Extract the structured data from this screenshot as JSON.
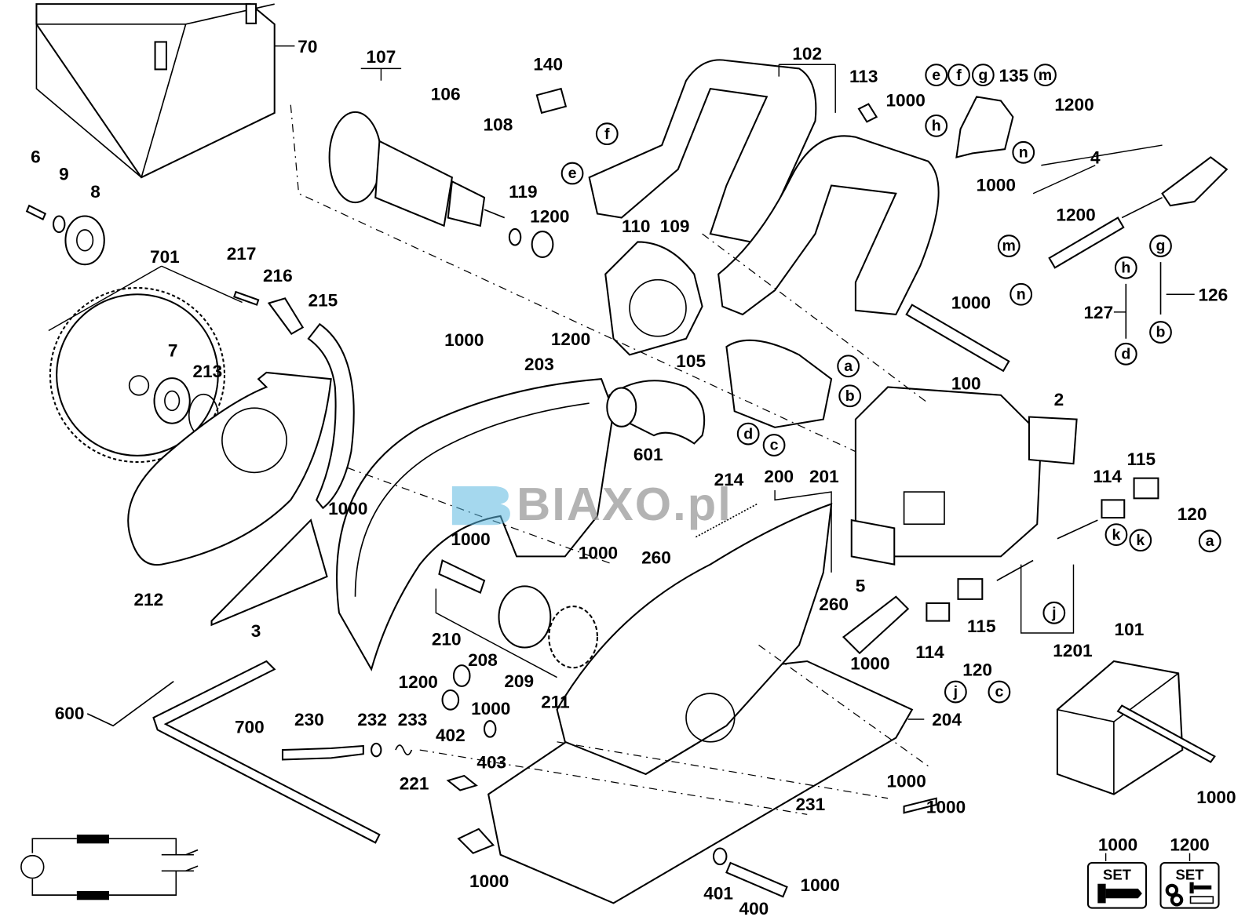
{
  "diagram": {
    "type": "exploded-parts-diagram",
    "watermark": {
      "logo_text": "BIAXO.pl",
      "logo_color": "#5bb8e0",
      "text_color": "#9a9a9a"
    },
    "part_labels": [
      "70",
      "107",
      "106",
      "108",
      "140",
      "102",
      "113",
      "1000",
      "135",
      "1200",
      "6",
      "9",
      "8",
      "119",
      "1200",
      "1000",
      "4",
      "1200",
      "110",
      "109",
      "701",
      "217",
      "216",
      "215",
      "1000",
      "127",
      "126",
      "1200",
      "105",
      "1000",
      "203",
      "7",
      "213",
      "100",
      "2",
      "601",
      "214",
      "200",
      "201",
      "115",
      "114",
      "120",
      "1000",
      "1000",
      "1000",
      "260",
      "212",
      "5",
      "260",
      "3",
      "210",
      "208",
      "209",
      "211",
      "1200",
      "1000",
      "114",
      "115",
      "1201",
      "101",
      "120",
      "1000",
      "402",
      "230",
      "232",
      "233",
      "700",
      "600",
      "204",
      "403",
      "221",
      "1000",
      "1000",
      "231",
      "1000",
      "1000",
      "1000",
      "401",
      "400"
    ],
    "connector_letters": [
      "f",
      "e",
      "e",
      "f",
      "g",
      "m",
      "h",
      "n",
      "m",
      "n",
      "h",
      "g",
      "d",
      "b",
      "a",
      "b",
      "d",
      "c",
      "a",
      "k",
      "k",
      "j",
      "j",
      "c"
    ],
    "set_boxes": [
      {
        "part": "1000",
        "label": "SET",
        "icon": "screw-set-icon"
      },
      {
        "part": "1200",
        "label": "SET",
        "icon": "washer-screw-pin-set-icon"
      }
    ]
  }
}
